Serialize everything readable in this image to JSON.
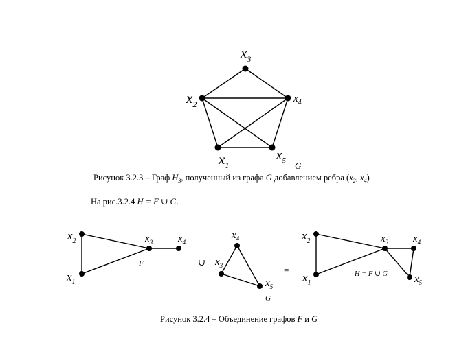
{
  "figure1": {
    "vertices": {
      "x1": {
        "name": "x",
        "sub": "1"
      },
      "x2": {
        "name": "x",
        "sub": "2"
      },
      "x3": {
        "name": "x",
        "sub": "3"
      },
      "x4": {
        "name": "x",
        "sub": "4"
      },
      "x5": {
        "name": "x",
        "sub": "5"
      }
    },
    "graph_label": "G",
    "caption_prefix": "Рисунок 3.2.3 – Граф",
    "caption_H": "H",
    "caption_H_sub": "3",
    "caption_mid": ", полученный из графа",
    "caption_G": "G",
    "caption_suffix": "добавлением ребра",
    "caption_edge_open": "(",
    "caption_edge_x2": "x",
    "caption_edge_x2_sub": "2",
    "caption_edge_comma": ", ",
    "caption_edge_x4": "x",
    "caption_edge_x4_sub": "4",
    "caption_edge_close": ")"
  },
  "line2": {
    "prefix": "На рис.3.2.4",
    "formula": "H = F ∪ G",
    "suffix": "."
  },
  "figure2": {
    "F": {
      "label": "F",
      "vertices": {
        "x1": {
          "name": "x",
          "sub": "1"
        },
        "x2": {
          "name": "x",
          "sub": "2"
        },
        "x3": {
          "name": "x",
          "sub": "3"
        },
        "x4": {
          "name": "x",
          "sub": "4"
        }
      }
    },
    "union_sign": "∪",
    "G": {
      "label": "G",
      "vertices": {
        "x3": {
          "name": "x",
          "sub": "3"
        },
        "x4": {
          "name": "x",
          "sub": "4"
        },
        "x5": {
          "name": "x",
          "sub": "5"
        }
      }
    },
    "equals_sign": "=",
    "H": {
      "label": "H = F ∪ G",
      "vertices": {
        "x1": {
          "name": "x",
          "sub": "1"
        },
        "x2": {
          "name": "x",
          "sub": "2"
        },
        "x3": {
          "name": "x",
          "sub": "3"
        },
        "x4": {
          "name": "x",
          "sub": "4"
        },
        "x5": {
          "name": "x",
          "sub": "5"
        }
      }
    },
    "caption_prefix": "Рисунок 3.2.4 – Объединение графов",
    "caption_F": "F",
    "caption_and": "и",
    "caption_G": "G"
  }
}
